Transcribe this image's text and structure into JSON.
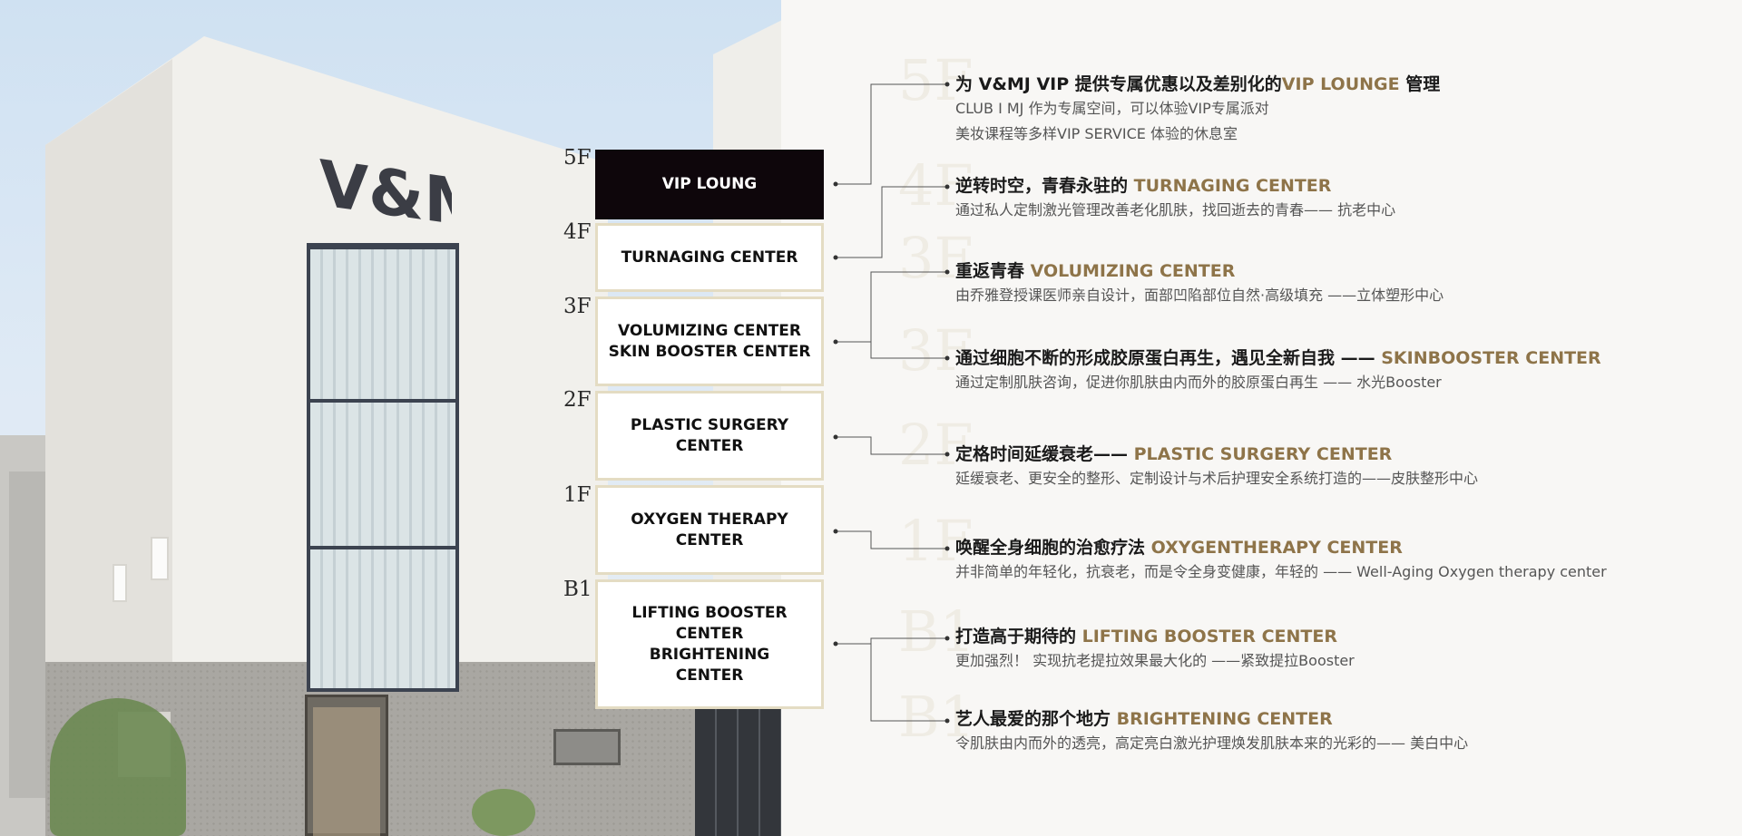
{
  "logo": {
    "text": "V&MJ"
  },
  "floors": [
    {
      "level": "5F",
      "lines": [
        "VIP LOUNG"
      ],
      "style": "dark"
    },
    {
      "level": "4F",
      "lines": [
        "TURNAGING CENTER"
      ],
      "style": "light"
    },
    {
      "level": "3F",
      "lines": [
        "VOLUMIZING CENTER",
        "SKIN BOOSTER CENTER"
      ],
      "style": "light"
    },
    {
      "level": "2F",
      "lines": [
        "PLASTIC SURGERY",
        "CENTER"
      ],
      "style": "light"
    },
    {
      "level": "1F",
      "lines": [
        "OXYGEN THERAPY",
        "CENTER"
      ],
      "style": "light"
    },
    {
      "level": "B1",
      "lines": [
        "LIFTING BOOSTER",
        "CENTER",
        "BRIGHTENING",
        "CENTER"
      ],
      "style": "light"
    }
  ],
  "descriptions": [
    {
      "ghost": "5F",
      "title": "为 V&MJ VIP 提供专属优惠以及差别化的",
      "highlight": "VIP LOUNGE",
      "title_after": " 管理",
      "sub": [
        "CLUB I MJ 作为专属空间，可以体验VIP专属派对",
        "美妆课程等多样VIP SERVICE 体验的休息室"
      ]
    },
    {
      "ghost": "4F",
      "title": "逆转时空，青春永驻的 ",
      "highlight": "TURNAGING CENTER",
      "title_after": "",
      "sub": [
        "通过私人定制激光管理改善老化肌肤，找回逝去的青春—— 抗老中心"
      ]
    },
    {
      "ghost": "3F",
      "title": "重返青春 ",
      "highlight": "VOLUMIZING CENTER",
      "title_after": "",
      "sub": [
        "由乔雅登授课医师亲自设计，面部凹陷部位自然·高级填充 ——立体塑形中心"
      ]
    },
    {
      "ghost": "3F",
      "title": "通过细胞不断的形成胶原蛋白再生，遇见全新自我  —— ",
      "highlight": "SKINBOOSTER CENTER",
      "title_after": "",
      "sub": [
        "通过定制肌肤咨询，促进你肌肤由内而外的胶原蛋白再生 —— 水光Booster"
      ]
    },
    {
      "ghost": "2F",
      "title": "定格时间延缓衰老—— ",
      "highlight": "PLASTIC SURGERY CENTER",
      "title_after": "",
      "sub": [
        "延缓衰老、更安全的整形、定制设计与术后护理安全系统打造的——皮肤整形中心"
      ]
    },
    {
      "ghost": "1F",
      "title": "唤醒全身细胞的治愈疗法 ",
      "highlight": "OXYGENTHERAPY CENTER",
      "title_after": "",
      "sub": [
        "并非简单的年轻化，抗衰老，而是令全身变健康，年轻的 —— Well-Aging Oxygen therapy center"
      ]
    },
    {
      "ghost": "B1",
      "title": "打造高于期待的 ",
      "highlight": "LIFTING BOOSTER CENTER",
      "title_after": "",
      "sub": [
        "更加强烈！ 实现抗老提拉效果最大化的 ——紧致提拉Booster"
      ]
    },
    {
      "ghost": "B1",
      "title": "艺人最爱的那个地方 ",
      "highlight": "BRIGHTENING CENTER",
      "title_after": "",
      "sub": [
        "令肌肤由内而外的透亮，高定亮白激光护理焕发肌肤本来的光彩的—— 美白中心"
      ]
    }
  ],
  "colors": {
    "accent": "#8e7449",
    "dark_box": "#0e060b",
    "box_border": "#e4dcc3"
  }
}
